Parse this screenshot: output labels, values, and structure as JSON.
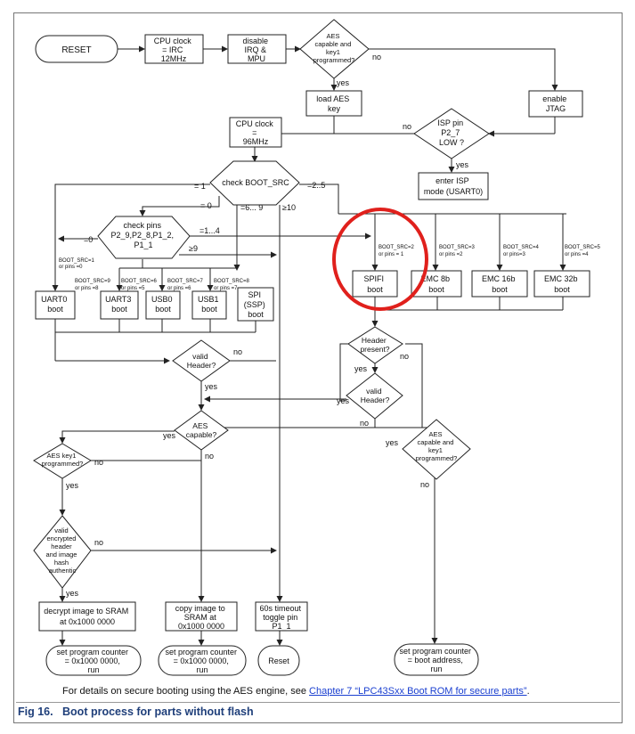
{
  "caption": {
    "fig_label": "Fig 16.",
    "title": "Boot process for parts without flash"
  },
  "footnote": {
    "prefix": "For details on secure booting using the AES engine, see ",
    "link": "Chapter 7 “LPC43Sxx Boot ROM for secure parts”",
    "suffix": "."
  },
  "highlight_color": "#e0201c",
  "boxes": {
    "reset": "RESET",
    "cpu_clock_irc": [
      "CPU clock",
      "= IRC",
      "12MHz"
    ],
    "disable_irq": [
      "disable",
      "IRQ &",
      "MPU"
    ],
    "load_aes_key": [
      "load AES",
      "key"
    ],
    "enable_jtag": [
      "enable",
      "JTAG"
    ],
    "cpu_clock_96": [
      "CPU clock",
      "=",
      "96MHz"
    ],
    "enter_isp": [
      "enter ISP",
      "mode (USART0)"
    ],
    "uart0": [
      "UART0",
      "boot"
    ],
    "uart3": [
      "UART3",
      "boot"
    ],
    "usb0": [
      "USB0",
      "boot"
    ],
    "usb1": [
      "USB1",
      "boot"
    ],
    "spi": [
      "SPI",
      "(SSP)",
      "boot"
    ],
    "spifi": [
      "SPIFI",
      "boot"
    ],
    "emc8": [
      "EMC 8b",
      "boot"
    ],
    "emc16": [
      "EMC 16b",
      "boot"
    ],
    "emc32": [
      "EMC 32b",
      "boot"
    ],
    "decrypt": [
      "decrypt image to SRAM",
      "at 0x1000 0000"
    ],
    "copy": [
      "copy image to",
      "SRAM at",
      "0x1000 0000"
    ],
    "timeout": [
      "60s timeout",
      "toggle pin",
      "P1_1"
    ],
    "run1": [
      "set program counter",
      "= 0x1000 0000,",
      "run"
    ],
    "run2": [
      "set program counter",
      "= 0x1000 0000,",
      "run"
    ],
    "reset_end": "Reset",
    "run3": [
      "set program counter",
      "= boot address,",
      "run"
    ]
  },
  "decisions": {
    "aes_key1": [
      "AES",
      "capable and",
      "key1",
      "programmed?"
    ],
    "isp_pin": [
      "ISP pin",
      "P2_7",
      "LOW ?"
    ],
    "boot_src": "check BOOT_SRC",
    "check_pins": [
      "check pins",
      "P2_9,P2_8,P1_2,",
      "P1_1"
    ],
    "valid_header_left": [
      "valid",
      "Header?"
    ],
    "header_present": [
      "Header",
      "present?"
    ],
    "valid_header_right": [
      "valid",
      "Header?"
    ],
    "aes_capable": [
      "AES",
      "capable?"
    ],
    "aes_key1_right": [
      "AES",
      "capable and",
      "key1",
      "programmed?"
    ],
    "aes_key1_left": [
      "AES key1",
      "programmed?"
    ],
    "valid_encrypted": [
      "valid",
      "encrypted",
      "header",
      "and image",
      "hash",
      "authentic"
    ]
  },
  "labels": {
    "no": "no",
    "yes": "yes",
    "eq1": "= 1",
    "eq0": "= 0",
    "eq6_9": "=6... 9",
    "ge10": "≥10",
    "eq2_5": "=2..5",
    "eq1_4": "=1...4",
    "eq0b": "=0",
    "ge9": "≥9",
    "bs1": [
      "BOOT_SRC=1",
      "or pins =0"
    ],
    "bs9": [
      "BOOT_SRC=9",
      "or pins =8"
    ],
    "bs6": [
      "BOOT_SRC=6",
      "or pins =5"
    ],
    "bs7": [
      "BOOT_SRC=7",
      "or pins =6"
    ],
    "bs8": [
      "BOOT_SRC=8",
      "or pins =7"
    ],
    "bs2": [
      "BOOT_SRC=2",
      "or pins = 1"
    ],
    "bs3": [
      "BOOT_SRC=3",
      "or pins =2"
    ],
    "bs4": [
      "BOOT_SRC=4",
      "or pins=3"
    ],
    "bs5": [
      "BOOT_SRC=5",
      "or pins =4"
    ]
  }
}
